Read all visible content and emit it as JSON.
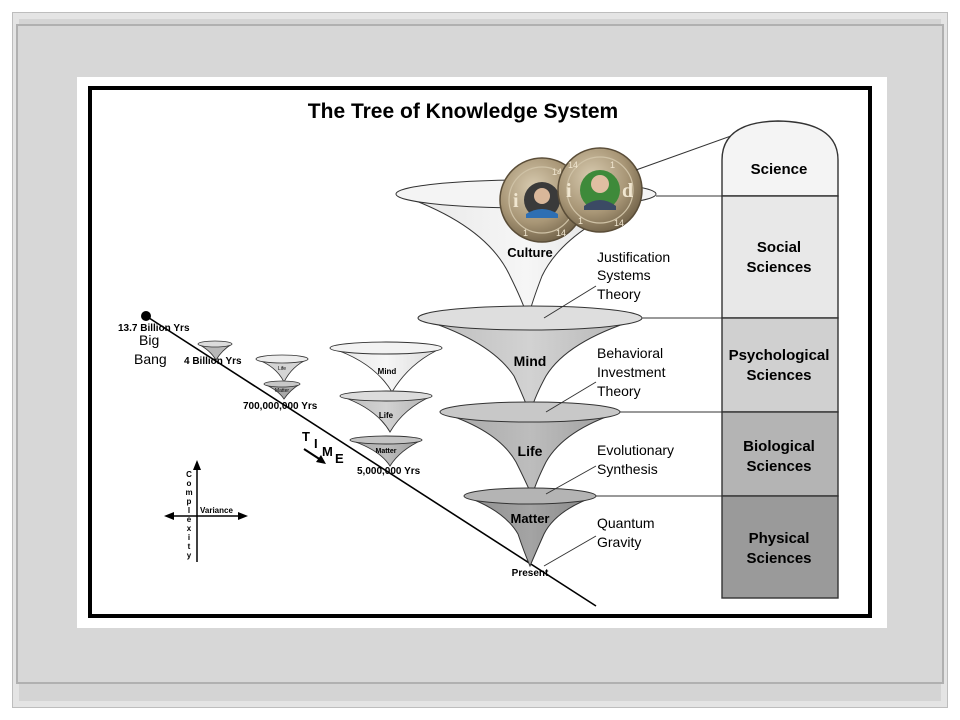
{
  "title": "The Tree of Knowledge System",
  "timeline": {
    "big_bang_years": "13.7 Billion Yrs",
    "big_bang_label_1": "Big",
    "big_bang_label_2": "Bang",
    "four_billion": "4 Billion Yrs",
    "seven_hundred_million": "700,000,000 Yrs",
    "five_million": "5,000,000 Yrs",
    "present": "Present",
    "time_letters": [
      "T",
      "I",
      "M",
      "E"
    ]
  },
  "small_cones": {
    "life": "Life",
    "matter": "Matter"
  },
  "mid_cones": {
    "mind": "Mind",
    "life": "Life",
    "matter": "Matter"
  },
  "main_cones": {
    "culture": "Culture",
    "mind": "Mind",
    "life": "Life",
    "matter": "Matter"
  },
  "theories": {
    "jst": [
      "Justification",
      "Systems",
      "Theory"
    ],
    "bit": [
      "Behavioral",
      "Investment",
      "Theory"
    ],
    "evo": [
      "Evolutionary",
      "Synthesis"
    ],
    "qg": [
      "Quantum",
      "Gravity"
    ]
  },
  "sciences": {
    "science": "Science",
    "social": [
      "Social",
      "Sciences"
    ],
    "psychological": [
      "Psychological",
      "Sciences"
    ],
    "biological": [
      "Biological",
      "Sciences"
    ],
    "physical": [
      "Physical",
      "Sciences"
    ]
  },
  "axes": {
    "complexity_letters": [
      "C",
      "o",
      "m",
      "p",
      "l",
      "e",
      "x",
      "i",
      "t",
      "y"
    ],
    "variance": "Variance"
  },
  "colors": {
    "science": "#f4f4f4",
    "social": "#e8e8e8",
    "psychological": "#d0d0d0",
    "biological": "#b4b4b4",
    "physical": "#9a9a9a"
  }
}
